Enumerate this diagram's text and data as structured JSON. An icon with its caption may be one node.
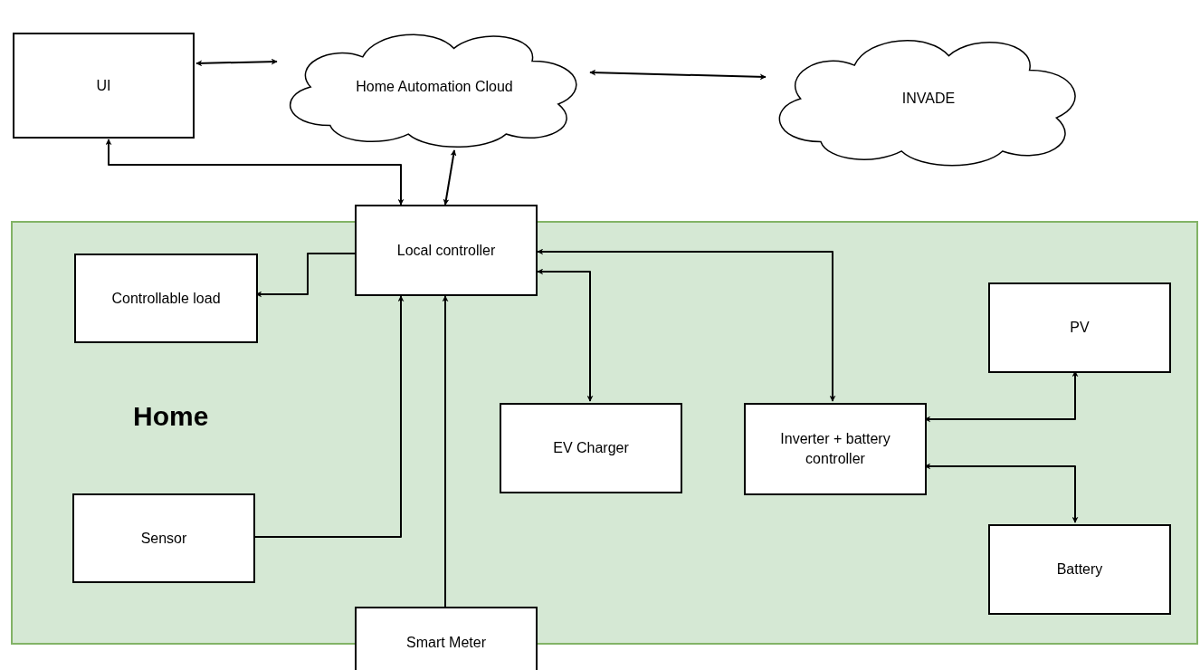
{
  "diagram": {
    "nodes": [
      {
        "text": [
          "UI"
        ]
      },
      {
        "text": [
          "Home Automation Cloud"
        ]
      },
      {
        "text": [
          "INVADE"
        ]
      },
      {
        "text": [
          "Home"
        ]
      },
      {
        "text": [
          "Local controller"
        ]
      },
      {
        "text": [
          "Controllable load"
        ],
        "in": 3
      },
      {
        "text": [
          "EV Charger"
        ],
        "in": 3
      },
      {
        "text": [
          "PV"
        ],
        "in": 3
      },
      {
        "text": [
          "Inverter + battery controller"
        ],
        "in": 3
      },
      {
        "text": [
          "Sensor"
        ],
        "in": 3
      },
      {
        "text": [
          "Battery"
        ],
        "in": 3
      },
      {
        "text": [
          "Smart Meter"
        ]
      }
    ],
    "edges": [
      {
        "from": 0,
        "to": 1,
        "arrow": "both"
      },
      {
        "from": 0,
        "to": 4,
        "arrow": "both"
      },
      {
        "from": 1,
        "to": 4,
        "arrow": "both"
      },
      {
        "from": 1,
        "to": 2,
        "arrow": "both"
      },
      {
        "from": 4,
        "to": 5,
        "arrow": "to"
      },
      {
        "from": 4,
        "to": 6,
        "arrow": "both"
      },
      {
        "from": 4,
        "to": 8,
        "arrow": "both"
      },
      {
        "from": 9,
        "to": 4,
        "arrow": "to"
      },
      {
        "from": 11,
        "to": 4,
        "arrow": "to"
      },
      {
        "from": 8,
        "to": 7,
        "arrow": "both"
      },
      {
        "from": 8,
        "to": 10,
        "arrow": "both"
      }
    ]
  }
}
